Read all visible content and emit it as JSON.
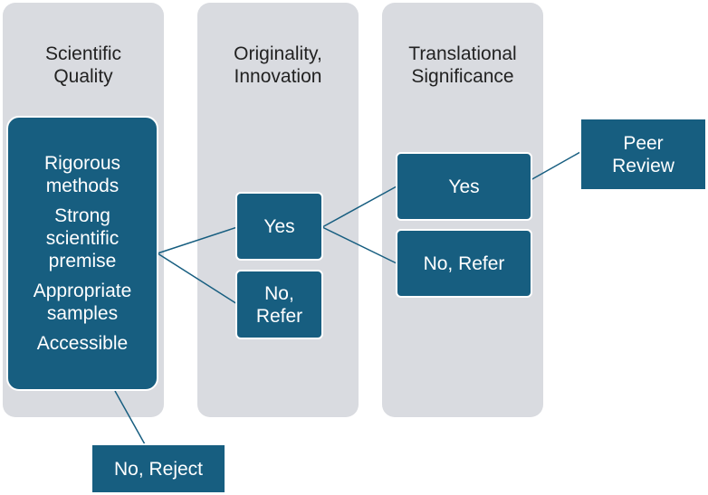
{
  "columns": [
    {
      "title": "Scientific\nQuality"
    },
    {
      "title": "Originality,\nInnovation"
    },
    {
      "title": "Translational\nSignificance"
    }
  ],
  "quality_criteria": [
    "Rigorous\nmethods",
    "Strong\nscientific\npremise",
    "Appropriate\nsamples",
    "Accessible"
  ],
  "originality": {
    "yes": "Yes",
    "no": "No,\nRefer"
  },
  "translational": {
    "yes": "Yes",
    "no": "No, Refer"
  },
  "outcomes": {
    "peer_review": "Peer\nReview",
    "reject": "No, Reject"
  },
  "colors": {
    "box": "#175e80",
    "column": "#d9dbe0",
    "line": "#175e80"
  }
}
